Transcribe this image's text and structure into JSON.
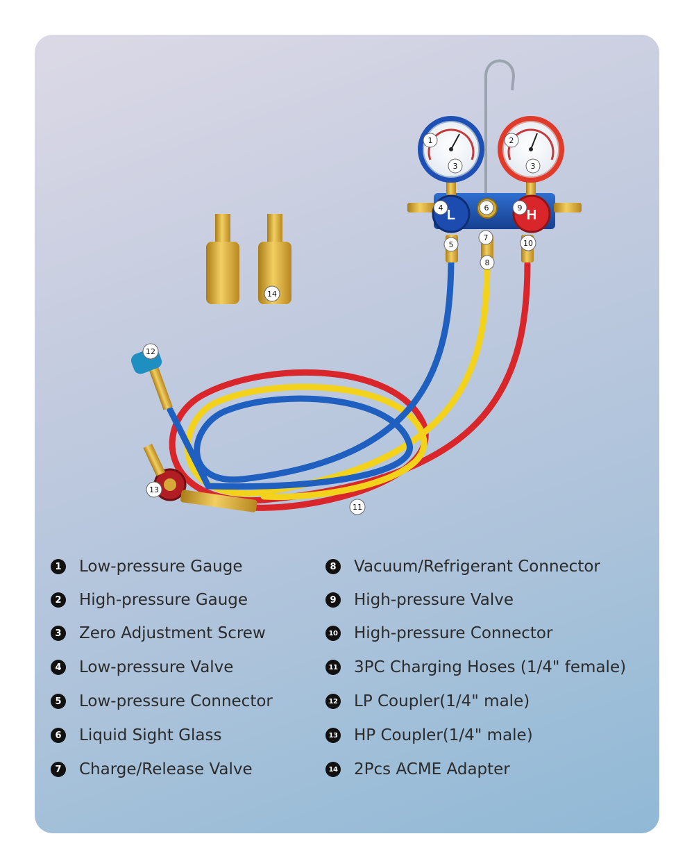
{
  "callouts": {
    "c1": "1",
    "c2": "2",
    "c3a": "3",
    "c3b": "3",
    "c4": "4",
    "c5": "5",
    "c6": "6",
    "c7": "7",
    "c8": "8",
    "c9": "9",
    "c10": "10",
    "c11": "11",
    "c12": "12",
    "c13": "13",
    "c14": "14",
    "valve_low": "L",
    "valve_high": "H"
  },
  "legend": [
    {
      "num": "1",
      "label": "Low-pressure Gauge"
    },
    {
      "num": "2",
      "label": "High-pressure Gauge"
    },
    {
      "num": "3",
      "label": "Zero Adjustment Screw"
    },
    {
      "num": "4",
      "label": "Low-pressure Valve"
    },
    {
      "num": "5",
      "label": "Low-pressure Connector"
    },
    {
      "num": "6",
      "label": "Liquid Sight Glass"
    },
    {
      "num": "7",
      "label": "Charge/Release Valve"
    },
    {
      "num": "8",
      "label": "Vacuum/Refrigerant Connector"
    },
    {
      "num": "9",
      "label": " High-pressure Valve"
    },
    {
      "num": "10",
      "label": "High-pressure Connector"
    },
    {
      "num": "11",
      "label": "3PC Charging Hoses (1/4\" female)"
    },
    {
      "num": "12",
      "label": "LP Coupler(1/4\" male)"
    },
    {
      "num": "13",
      "label": "HP Coupler(1/4\" male)"
    },
    {
      "num": "14",
      "label": "2Pcs ACME Adapter"
    }
  ],
  "colors": {
    "low_blue": "#1f4fae",
    "high_red": "#d8262b",
    "hose_yellow": "#f2d21b",
    "brass": "#d6a83a"
  }
}
